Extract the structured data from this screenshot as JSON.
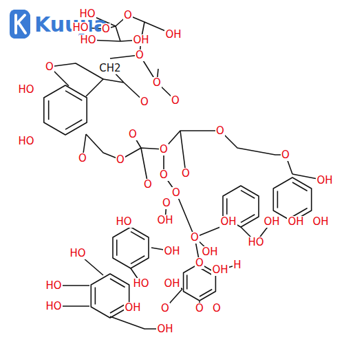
{
  "diagram": {
    "labels": [
      "Kuujia",
      "HO",
      "O",
      "HO",
      "O",
      "OH",
      "HO",
      "OH",
      "O",
      "CH2",
      "O",
      "O",
      "O",
      "O",
      "HO",
      "O",
      "HO",
      "O",
      "O",
      "O",
      "O",
      "O",
      "O",
      "O",
      "O",
      "O",
      "OH",
      "O",
      "OH",
      "OH",
      "HO",
      "OH",
      "OH",
      "OH",
      "O",
      "HO",
      "OH",
      "HO",
      "OH",
      "OH",
      "H",
      "HO",
      "O",
      "OH",
      "HO",
      "OH",
      "O",
      "O",
      "HO",
      "OH",
      "O"
    ]
  }
}
